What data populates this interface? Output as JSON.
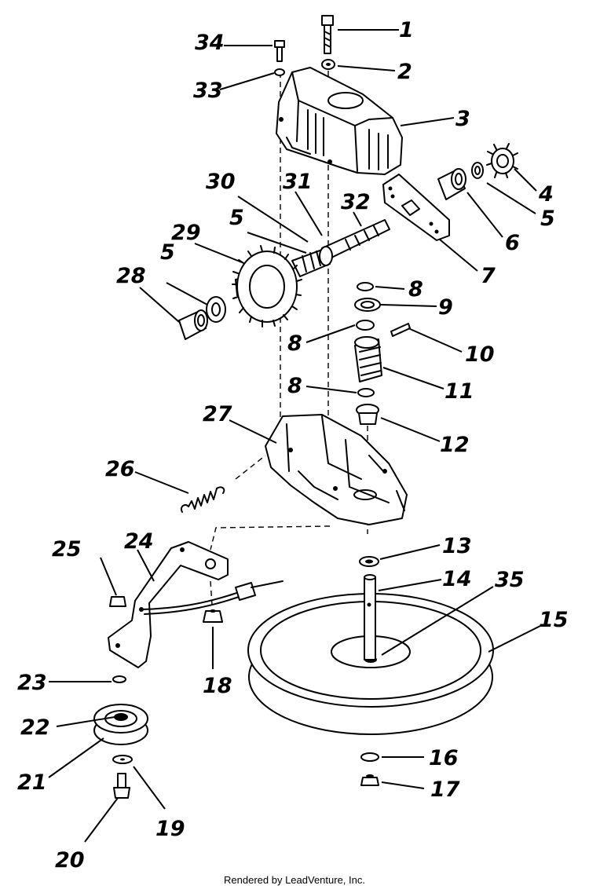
{
  "callouts": [
    {
      "label": "1"
    },
    {
      "label": "2"
    },
    {
      "label": "3"
    },
    {
      "label": "4"
    },
    {
      "label": "5"
    },
    {
      "label": "6"
    },
    {
      "label": "7"
    },
    {
      "label": "5"
    },
    {
      "label": "8"
    },
    {
      "label": "9"
    },
    {
      "label": "10"
    },
    {
      "label": "8"
    },
    {
      "label": "11"
    },
    {
      "label": "8"
    },
    {
      "label": "12"
    },
    {
      "label": "27"
    },
    {
      "label": "26"
    },
    {
      "label": "25"
    },
    {
      "label": "24"
    },
    {
      "label": "13"
    },
    {
      "label": "14"
    },
    {
      "label": "35"
    },
    {
      "label": "15"
    },
    {
      "label": "23"
    },
    {
      "label": "18"
    },
    {
      "label": "22"
    },
    {
      "label": "21"
    },
    {
      "label": "16"
    },
    {
      "label": "17"
    },
    {
      "label": "19"
    },
    {
      "label": "20"
    },
    {
      "label": "34"
    },
    {
      "label": "33"
    },
    {
      "label": "30"
    },
    {
      "label": "31"
    },
    {
      "label": "32"
    },
    {
      "label": "29"
    },
    {
      "label": "5"
    },
    {
      "label": "28"
    }
  ],
  "footer": "Rendered by LeadVenture, Inc."
}
